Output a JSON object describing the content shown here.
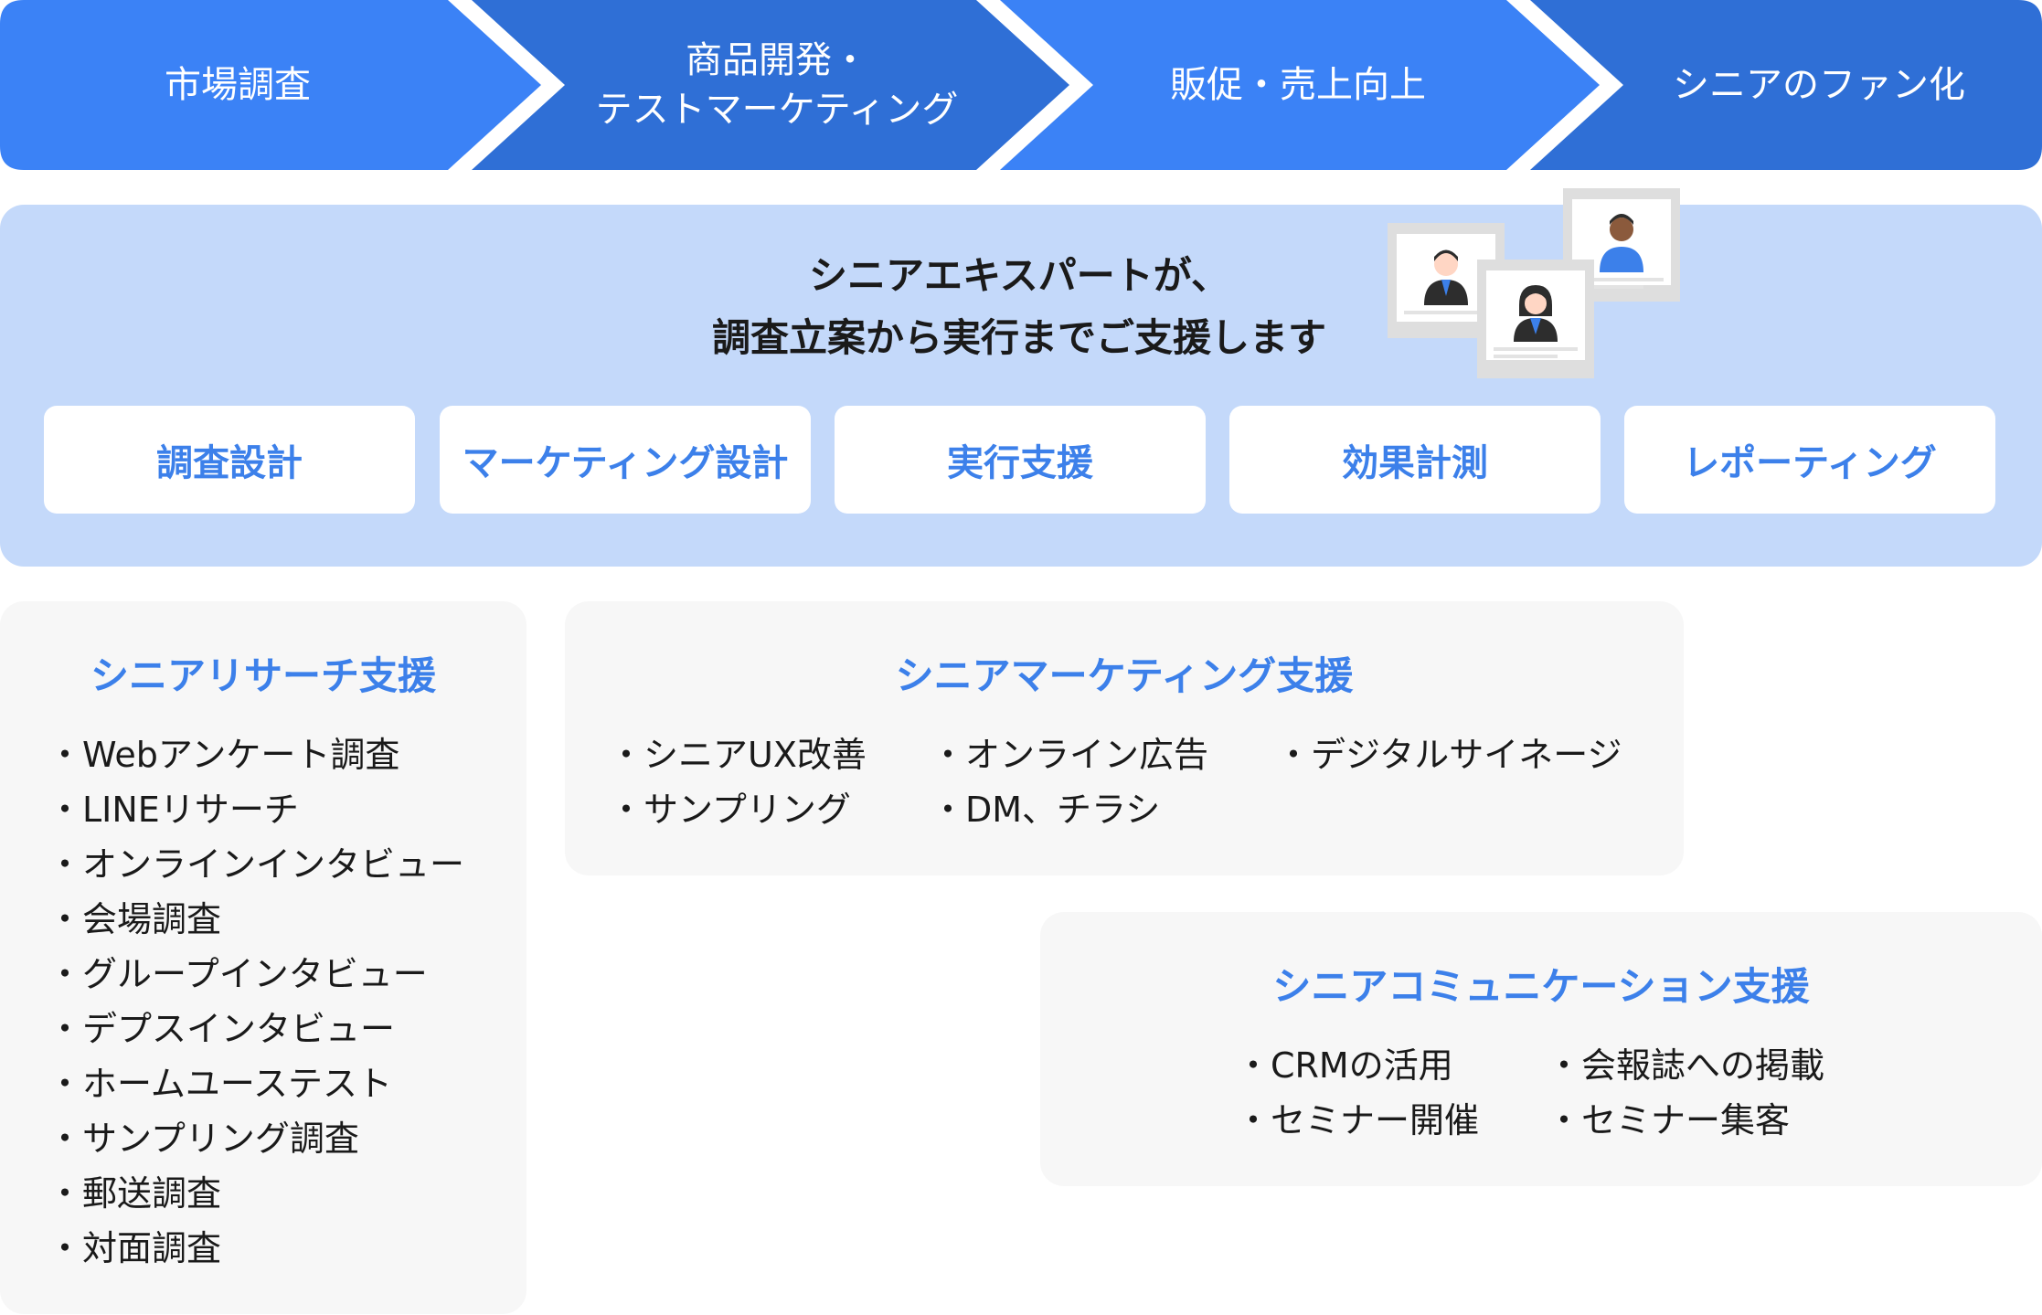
{
  "flow": {
    "steps": [
      {
        "label": "市場調査",
        "color": "#3b82f6"
      },
      {
        "label": "商品開発・\nテストマーケティング",
        "color": "#2f6fd6"
      },
      {
        "label": "販促・売上向上",
        "color": "#3b82f6"
      },
      {
        "label": "シニアのファン化",
        "color": "#2f6fd6"
      }
    ]
  },
  "expert": {
    "title": "シニアエキスパートが、\n調査立案から実行までご支援します",
    "services": [
      "調査設計",
      "マーケティング設計",
      "実行支援",
      "効果計測",
      "レポーティング"
    ],
    "illustration_icon": "expert-profile-cards-icon"
  },
  "research": {
    "title": "シニアリサーチ支援",
    "items": [
      "・Webアンケート調査",
      "・LINEリサーチ",
      "・オンラインインタビュー",
      "・会場調査",
      "・グループインタビュー",
      "・デプスインタビュー",
      "・ホームユーステスト",
      "・サンプリング調査",
      "・郵送調査",
      "・対面調査"
    ]
  },
  "marketing": {
    "title": "シニアマーケティング支援",
    "items": [
      "・シニアUX改善",
      "・サンプリング",
      "・オンライン広告",
      "・DM、チラシ",
      "・デジタルサイネージ"
    ]
  },
  "communication": {
    "title": "シニアコミュニケーション支援",
    "items": [
      "・CRMの活用",
      "・セミナー開催",
      "・会報誌への掲載",
      "・セミナー集客"
    ]
  },
  "colors": {
    "accent": "#3c80ea",
    "band": "#c4d9fa",
    "panel": "#f7f7f7"
  }
}
